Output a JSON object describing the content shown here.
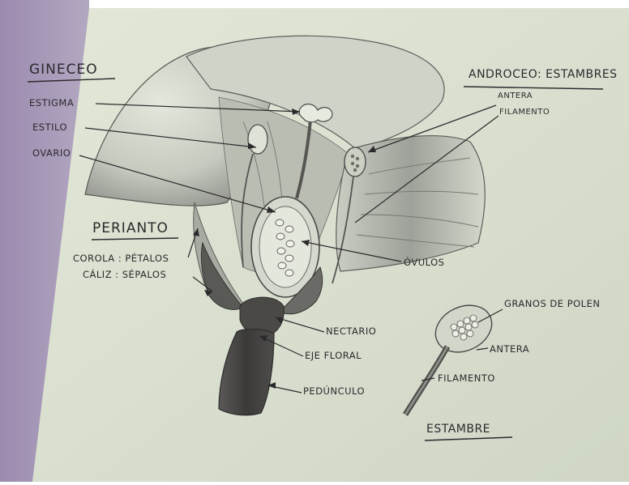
{
  "labels": {
    "gineceo": "GINECEO",
    "estigma": "ESTIGMA",
    "estilo": "ESTILO",
    "ovario": "OVARIO",
    "periant": "PERIANTO",
    "corola": "COROLA : PÉTALOS",
    "caliz": "CÁLIZ : SÉPALOS",
    "androceo": "ANDROCEO: ESTAMBRES",
    "antera": "ANTERA",
    "filamento": "FILAMENTO",
    "ovulos": "ÓVULOS",
    "nectario": "NECTARIO",
    "eje_floral": "EJE FLORAL",
    "pedunculo": "PEDÚNCULO",
    "granos_polen": "GRANOS DE POLEN",
    "antera_detalle": "ANTERA",
    "filamento_detalle": "FILAMENTO",
    "estambre": "ESTAMBRE"
  },
  "colors": {
    "paper": "#d9dfcf",
    "paper_light": "#e6ebdc",
    "purple_edge": "#a395b3",
    "ink": "#2b2a2c",
    "shade_dark": "#3c3a3a",
    "shade_mid": "#7d7e78"
  }
}
